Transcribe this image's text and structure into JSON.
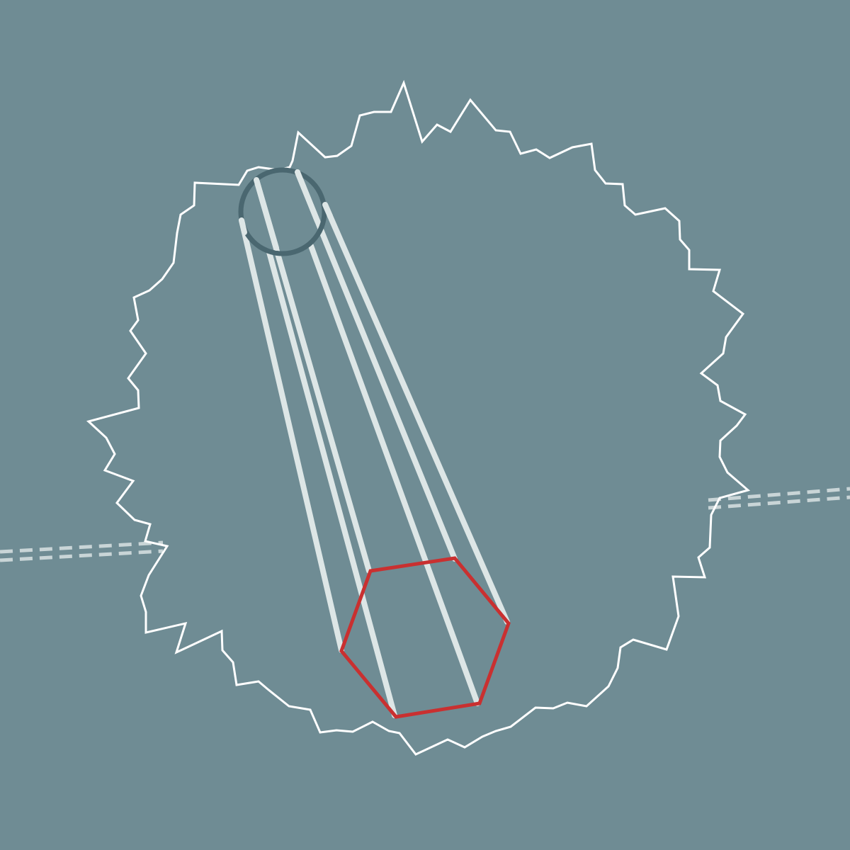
{
  "colors": {
    "background": "#6f8c94",
    "burst_outline": "#ffffff",
    "beam_lines": "#dde6e6",
    "circle_outline": "#4a6770",
    "hexagon_outline": "#c93030",
    "dashed_track": "#c9d5d7"
  },
  "scene": {
    "shape_names": [
      "starburst-outline",
      "circle-outline",
      "hexagon-outline",
      "beam-lines",
      "dashed-track"
    ]
  }
}
